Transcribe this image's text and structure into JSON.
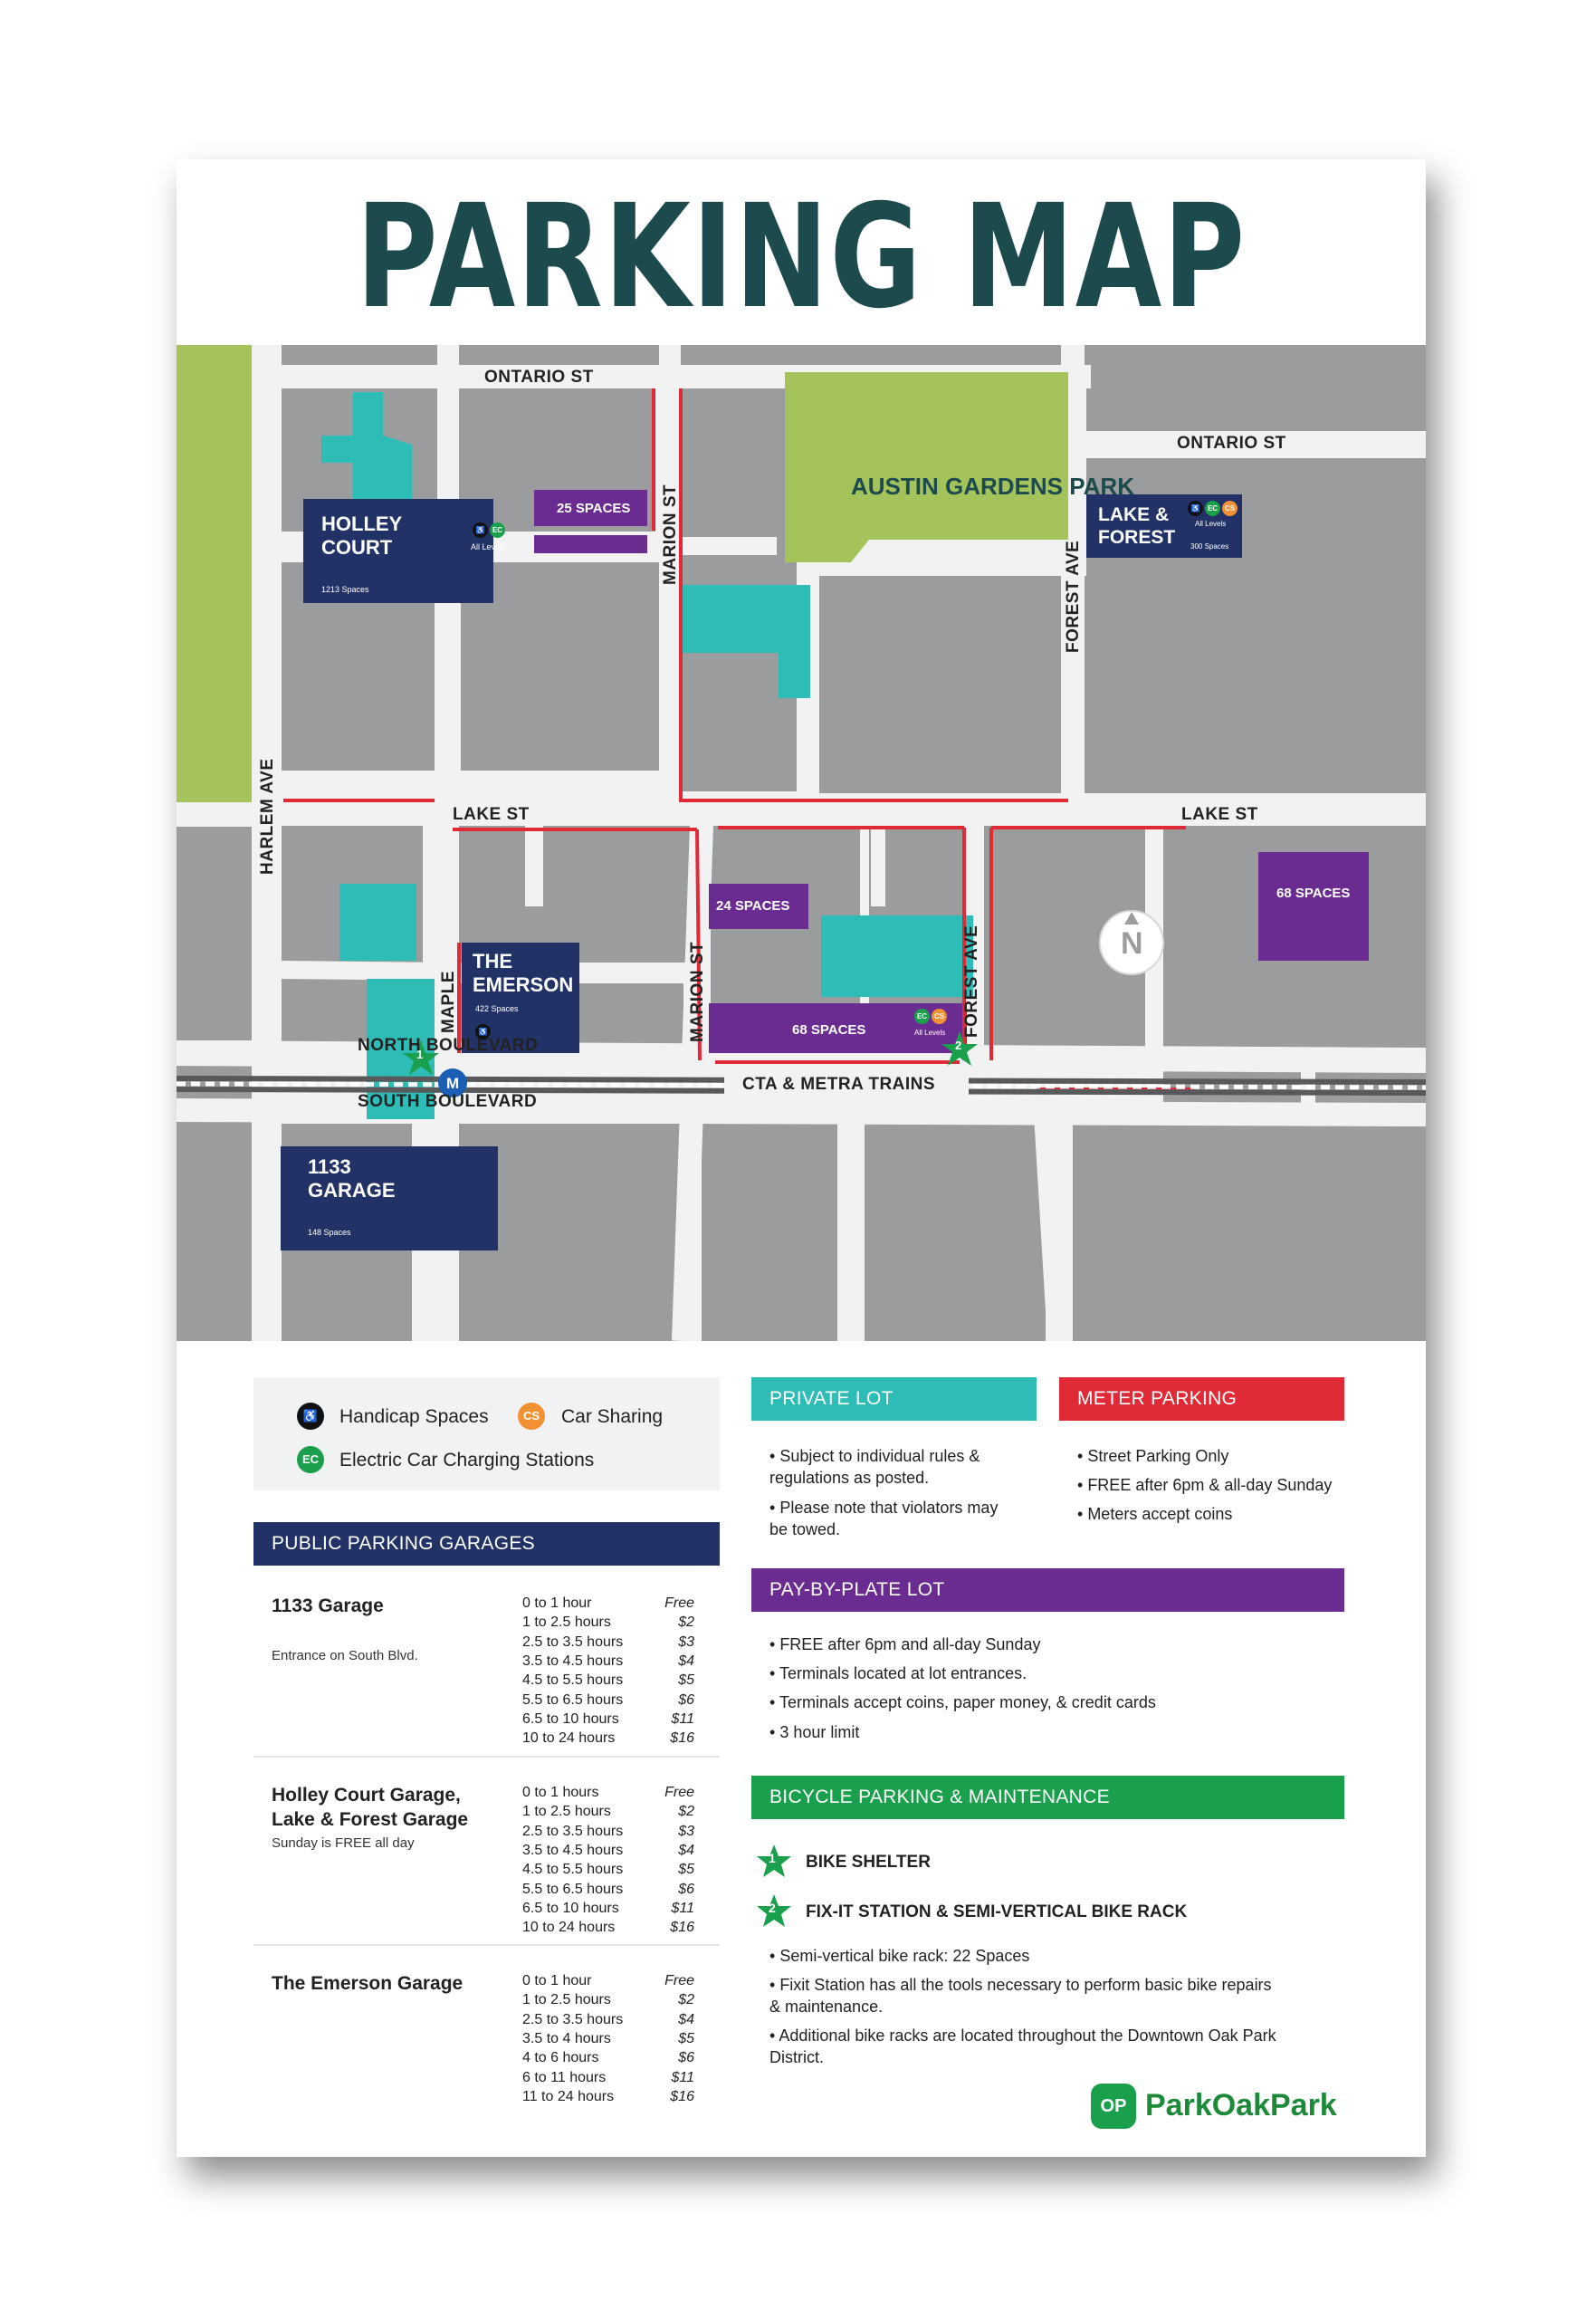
{
  "title": "PARKING MAP",
  "colors": {
    "title": "#1d4a4c",
    "garage": "#233266",
    "private_lot": "#2dbdb6",
    "meter": "#e02a36",
    "pay_by_plate": "#6a2c91",
    "bicycle": "#1aa04c",
    "park": "#a4c45b",
    "block": "#9a9c9e",
    "road": "#f2f2f2"
  },
  "map": {
    "streets": {
      "ontario_top": "ONTARIO ST",
      "ontario_right": "ONTARIO ST",
      "lake_left": "LAKE ST",
      "lake_right": "LAKE ST",
      "harlem": "HARLEM AVE",
      "marion_top": "MARION ST",
      "marion_bottom": "MARION ST",
      "forest_top": "FOREST AVE",
      "forest_bottom": "FOREST AVE",
      "maple": "MAPLE",
      "north_blvd": "NORTH BOULEVARD",
      "south_blvd": "SOUTH BOULEVARD",
      "trains": "CTA & METRA TRAINS"
    },
    "park": "AUSTIN GARDENS PARK",
    "garages": {
      "holley": {
        "name": "HOLLEY COURT",
        "spaces": "1213 Spaces",
        "levels": "All Levels"
      },
      "lake_forest": {
        "name": "LAKE & FOREST",
        "spaces": "300 Spaces",
        "levels": "All Levels"
      },
      "emerson": {
        "name": "THE EMERSON",
        "spaces": "422 Spaces"
      },
      "g1133": {
        "name": "1133 GARAGE",
        "spaces": "148 Spaces"
      }
    },
    "lots": {
      "p25": "25 SPACES",
      "p24": "24 SPACES",
      "p68a": "68 SPACES",
      "p68b": "68 SPACES",
      "p68b_levels": "All Levels"
    },
    "compass": "N",
    "metro": "M",
    "star1": "1",
    "star2": "2",
    "badge_ec": "EC",
    "badge_cs": "CS"
  },
  "legend": {
    "handicap": "Handicap Spaces",
    "car_sharing": "Car Sharing",
    "car_sharing_icon": "CS",
    "ev": "Electric Car Charging Stations",
    "ev_icon": "EC"
  },
  "public_garages": {
    "header": "PUBLIC PARKING GARAGES",
    "garages": [
      {
        "name": "1133 Garage",
        "note": "Entrance on South Blvd.",
        "rates": [
          [
            "0 to 1 hour",
            "Free"
          ],
          [
            "1 to 2.5 hours",
            "$2"
          ],
          [
            "2.5 to 3.5 hours",
            "$3"
          ],
          [
            "3.5 to 4.5 hours",
            "$4"
          ],
          [
            "4.5 to 5.5 hours",
            "$5"
          ],
          [
            "5.5 to 6.5 hours",
            "$6"
          ],
          [
            "6.5 to 10 hours",
            "$11"
          ],
          [
            "10 to 24 hours",
            "$16"
          ]
        ]
      },
      {
        "name": "Holley Court Garage, Lake & Forest Garage",
        "note": "Sunday is FREE all day",
        "rates": [
          [
            "0 to 1 hours",
            "Free"
          ],
          [
            "1 to 2.5 hours",
            "$2"
          ],
          [
            "2.5 to 3.5 hours",
            "$3"
          ],
          [
            "3.5 to 4.5 hours",
            "$4"
          ],
          [
            "4.5 to 5.5 hours",
            "$5"
          ],
          [
            "5.5 to 6.5 hours",
            "$6"
          ],
          [
            "6.5 to 10 hours",
            "$11"
          ],
          [
            "10 to 24 hours",
            "$16"
          ]
        ]
      },
      {
        "name": "The Emerson Garage",
        "note": "",
        "rates": [
          [
            "0 to 1 hour",
            "Free"
          ],
          [
            "1 to 2.5 hours",
            "$2"
          ],
          [
            "2.5 to 3.5 hours",
            "$4"
          ],
          [
            "3.5 to 4 hours",
            "$5"
          ],
          [
            "4 to 6 hours",
            "$6"
          ],
          [
            "6 to 11 hours",
            "$11"
          ],
          [
            "11 to 24 hours",
            "$16"
          ]
        ]
      }
    ]
  },
  "private_lot": {
    "header": "PRIVATE LOT",
    "bullets": [
      "Subject to individual rules & regulations as posted.",
      "Please note that violators may be towed."
    ]
  },
  "meter": {
    "header": "METER PARKING",
    "bullets": [
      "Street Parking Only",
      "FREE after 6pm & all-day Sunday",
      "Meters accept coins"
    ]
  },
  "pay_by_plate": {
    "header": "PAY-BY-PLATE LOT",
    "bullets": [
      "FREE after 6pm and all-day Sunday",
      "Terminals located at lot entrances.",
      "Terminals accept coins, paper money, & credit cards",
      "3 hour limit"
    ]
  },
  "bicycle": {
    "header": "BICYCLE PARKING & MAINTENANCE",
    "items": [
      {
        "num": "1",
        "label": "BIKE SHELTER"
      },
      {
        "num": "2",
        "label": "FIX-IT STATION & SEMI-VERTICAL BIKE RACK"
      }
    ],
    "bullets": [
      "Semi-vertical bike rack: 22 Spaces",
      "Fixit Station has all the tools necessary to perform basic bike repairs & maintenance.",
      "Additional bike racks are located throughout the Downtown Oak Park District."
    ]
  },
  "logo": {
    "mark": "OP",
    "text": "ParkOakPark"
  }
}
